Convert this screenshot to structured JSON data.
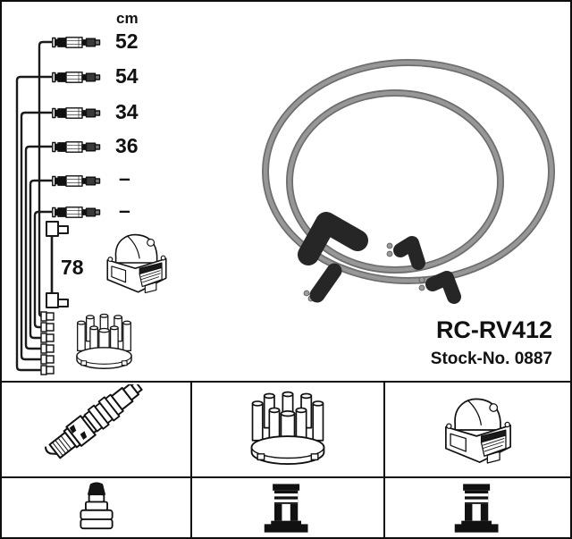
{
  "unit_label": "cm",
  "cable_lengths": [
    "52",
    "54",
    "34",
    "36",
    "–",
    "–"
  ],
  "coil_wire_length": "78",
  "product": {
    "part_number": "RC-RV412",
    "stock_number": "Stock-No. 0887"
  },
  "colors": {
    "ink": "#111111",
    "wire_gray": "#8f8f8f",
    "boot_black": "#262626"
  },
  "grid_icons": {
    "row1": [
      "spark-plug",
      "distributor-cap",
      "ignition-coil"
    ],
    "row2": [
      "plug-terminal-nut",
      "angled-terminal",
      "angled-terminal"
    ]
  }
}
